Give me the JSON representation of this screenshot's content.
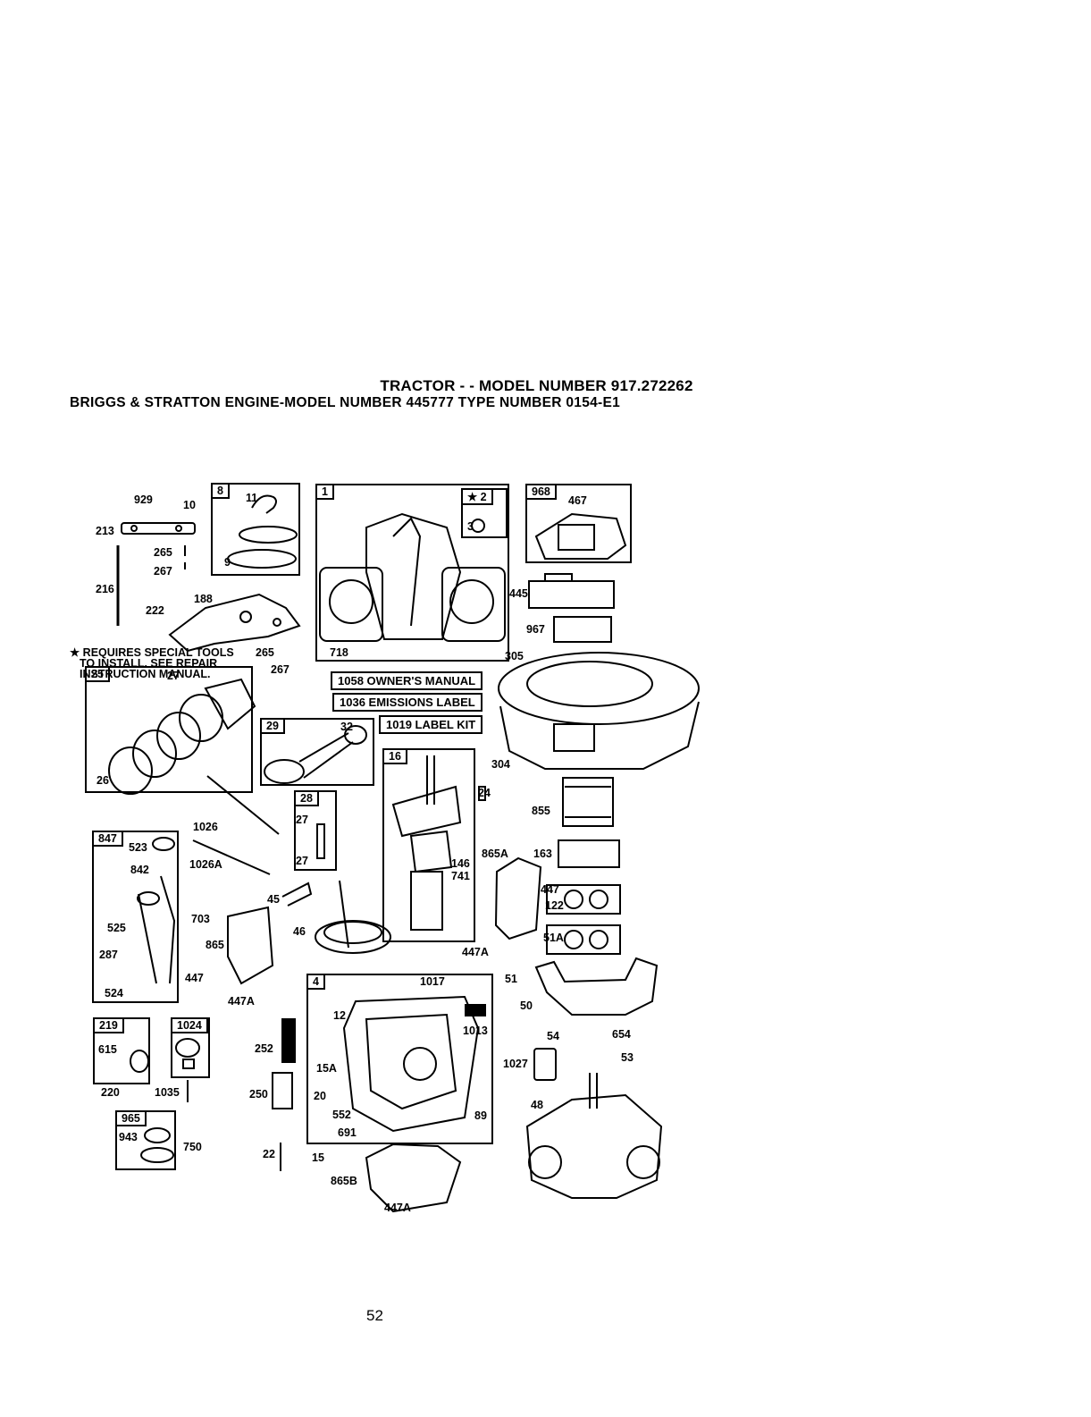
{
  "header": {
    "title": "TRACTOR - - MODEL NUMBER 917.272262",
    "subtitle": "BRIGGS & STRATTON ENGINE-MODEL NUMBER 445777 TYPE NUMBER 0154-E1"
  },
  "note": {
    "line1": "★ REQUIRES SPECIAL TOOLS",
    "line2": "TO INSTALL. SEE REPAIR",
    "line3": "INSTRUCTION MANUAL."
  },
  "kit_boxes": {
    "b8": "8",
    "b1": "1",
    "b2": "★ 2",
    "b968": "968",
    "b25": "25",
    "b29": "29",
    "b16": "16",
    "b28": "28",
    "b847": "847",
    "b4": "4",
    "b219": "219",
    "b1024": "1024",
    "b965": "965"
  },
  "labels": {
    "owners_manual": "1058 OWNER'S MANUAL",
    "emissions_label": "1036 EMISSIONS LABEL",
    "label_kit": "1019 LABEL KIT"
  },
  "parts": {
    "p929": "929",
    "p10": "10",
    "p213": "213",
    "p265a": "265",
    "p267a": "267",
    "p216": "216",
    "p222": "222",
    "p188": "188",
    "p11": "11",
    "p9": "9",
    "p3": "3",
    "p718": "718",
    "p467": "467",
    "p445": "445",
    "p967": "967",
    "p305": "305",
    "p265b": "265",
    "p267b": "267",
    "p27a": "27",
    "p26": "26",
    "p32": "32",
    "p304": "304",
    "p24": "24",
    "p855": "855",
    "p1026": "1026",
    "p1026a": "1026A",
    "p27b": "27",
    "p27c": "27",
    "p523": "523",
    "p842": "842",
    "p865a": "865A",
    "p163": "163",
    "p146": "146",
    "p741": "741",
    "p447a": "447",
    "p122": "122",
    "p45": "45",
    "p703": "703",
    "p525": "525",
    "p865": "865",
    "p46": "46",
    "p51a": "51A",
    "p287": "287",
    "p447b": "447",
    "p447a1": "447A",
    "p447a2": "447A",
    "p51": "51",
    "p1017": "1017",
    "p524": "524",
    "p50": "50",
    "p12": "12",
    "p1013": "1013",
    "p654": "654",
    "p54": "54",
    "p615": "615",
    "p252": "252",
    "p53": "53",
    "p1027": "1027",
    "p15a": "15A",
    "p220": "220",
    "p1035": "1035",
    "p250": "250",
    "p20": "20",
    "p48": "48",
    "p89": "89",
    "p552": "552",
    "p943": "943",
    "p691": "691",
    "p750": "750",
    "p22": "22",
    "p15": "15",
    "p865b": "865B",
    "p447a3": "447A"
  },
  "page_number": "52"
}
